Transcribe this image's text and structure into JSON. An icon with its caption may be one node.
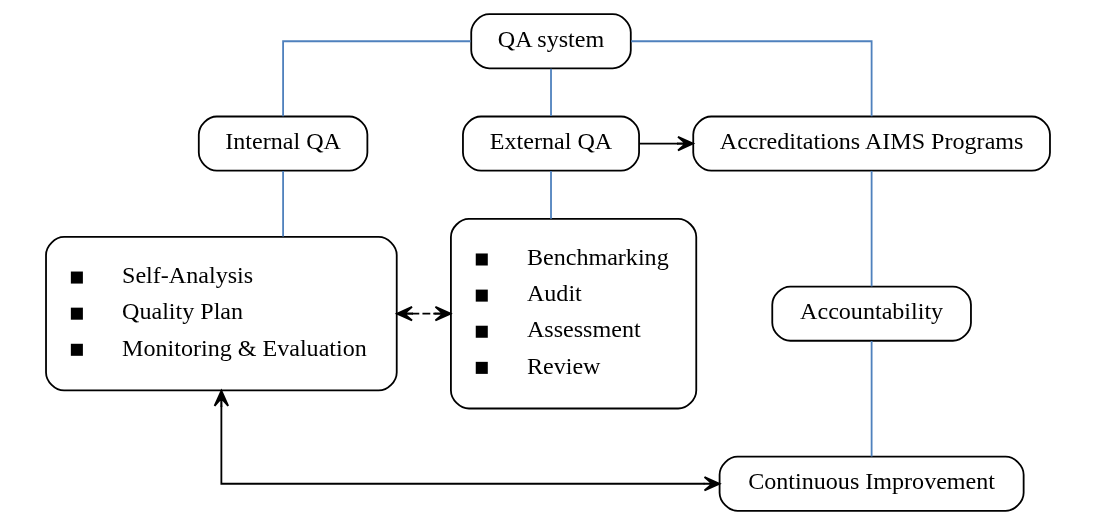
{
  "diagram": {
    "nodes": [
      {
        "text": [
          "QA system"
        ]
      },
      {
        "text": [
          "Internal QA"
        ]
      },
      {
        "text": [
          "External QA"
        ]
      },
      {
        "text": [
          "Accreditations AIMS Programs"
        ]
      },
      {
        "text": [
          "Self-Analysis",
          "Quality Plan",
          "Monitoring & Evaluation"
        ]
      },
      {
        "text": [
          "Benchmarking",
          "Audit",
          "Assessment",
          "Review"
        ]
      },
      {
        "text": [
          "Accountability"
        ]
      },
      {
        "text": [
          "Continuous Improvement"
        ]
      }
    ],
    "edges": [
      {
        "from": 0,
        "to": 1,
        "arrow": "none"
      },
      {
        "from": 0,
        "to": 2,
        "arrow": "none"
      },
      {
        "from": 0,
        "to": 3,
        "arrow": "none"
      },
      {
        "from": 1,
        "to": 4,
        "arrow": "none"
      },
      {
        "from": 2,
        "to": 5,
        "arrow": "none"
      },
      {
        "from": 2,
        "to": 3,
        "arrow": "to",
        "color": "#000000"
      },
      {
        "from": 4,
        "to": 5,
        "arrow": "both",
        "style": "dashed",
        "color": "#000000"
      },
      {
        "from": 3,
        "to": 6,
        "arrow": "none"
      },
      {
        "from": 6,
        "to": 7,
        "arrow": "none"
      },
      {
        "from": 4,
        "to": 7,
        "arrow": "both",
        "color": "#000000"
      }
    ]
  }
}
